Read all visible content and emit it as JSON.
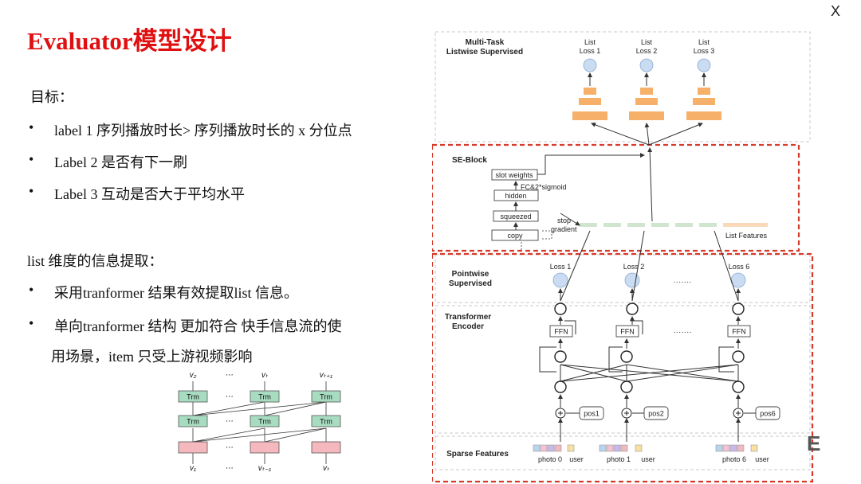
{
  "close_label": "X",
  "title": "Evaluator模型设计",
  "goals": {
    "heading": "目标：",
    "items": [
      "label 1 序列播放时长> 序列播放时长的 x 分位点",
      "Label 2 是否有下一刷",
      "Label 3 互动是否大于平均水平"
    ]
  },
  "list_section": {
    "heading": "list 维度的信息提取：",
    "items": [
      "采用tranformer 结果有效提取list 信息。",
      "单向tranformer 结构 更加符合 快手信息流的使",
      "用场景，item 只受上游视频影响"
    ]
  },
  "bullet": "•",
  "trm": {
    "top_labels": [
      "v₂",
      "⋯",
      "vₜ",
      "vₜ₊₁"
    ],
    "bottom_labels": [
      "v₁",
      "⋯",
      "vₜ₋₁",
      "vₜ"
    ],
    "block_label": "Trm",
    "ellipsis": "⋯"
  },
  "arch": {
    "multitask_title": [
      "Multi-Task",
      "Listwise Supervised"
    ],
    "list_losses": [
      [
        "List",
        "Loss 1"
      ],
      [
        "List",
        "Loss 2"
      ],
      [
        "List",
        "Loss 3"
      ]
    ],
    "se_block": "SE-Block",
    "se_boxes": [
      "slot weights",
      "hidden",
      "squeezed",
      "copy"
    ],
    "fc_label": "FC&2*sigmoid",
    "stop_gradient": [
      "stop",
      "gradient"
    ],
    "list_features": "List Features",
    "pointwise_title": [
      "Pointwise",
      "Supervised"
    ],
    "losses": [
      "Loss 1",
      "Loss 2",
      "Loss 6"
    ],
    "dots": "·······",
    "transformer_title": [
      "Transformer",
      "Encoder"
    ],
    "ffn": "FFN",
    "pos": [
      "pos1",
      "pos2",
      "pos6"
    ],
    "sparse_title": "Sparse Features",
    "photos": [
      "photo 0",
      "photo 1",
      "photo 6"
    ],
    "user": "user"
  },
  "fragment": "E",
  "colors": {
    "title": "#e01010",
    "dashed_border": "#d63a2a",
    "trm_green": "#a8dcc0",
    "trm_pink": "#f5b8be",
    "loss_circle": "#c9dcf2",
    "pyramid": "#f6b06a",
    "list_feature_green": "#cfe5cf",
    "list_feature_orange": "#f9d9b8"
  }
}
